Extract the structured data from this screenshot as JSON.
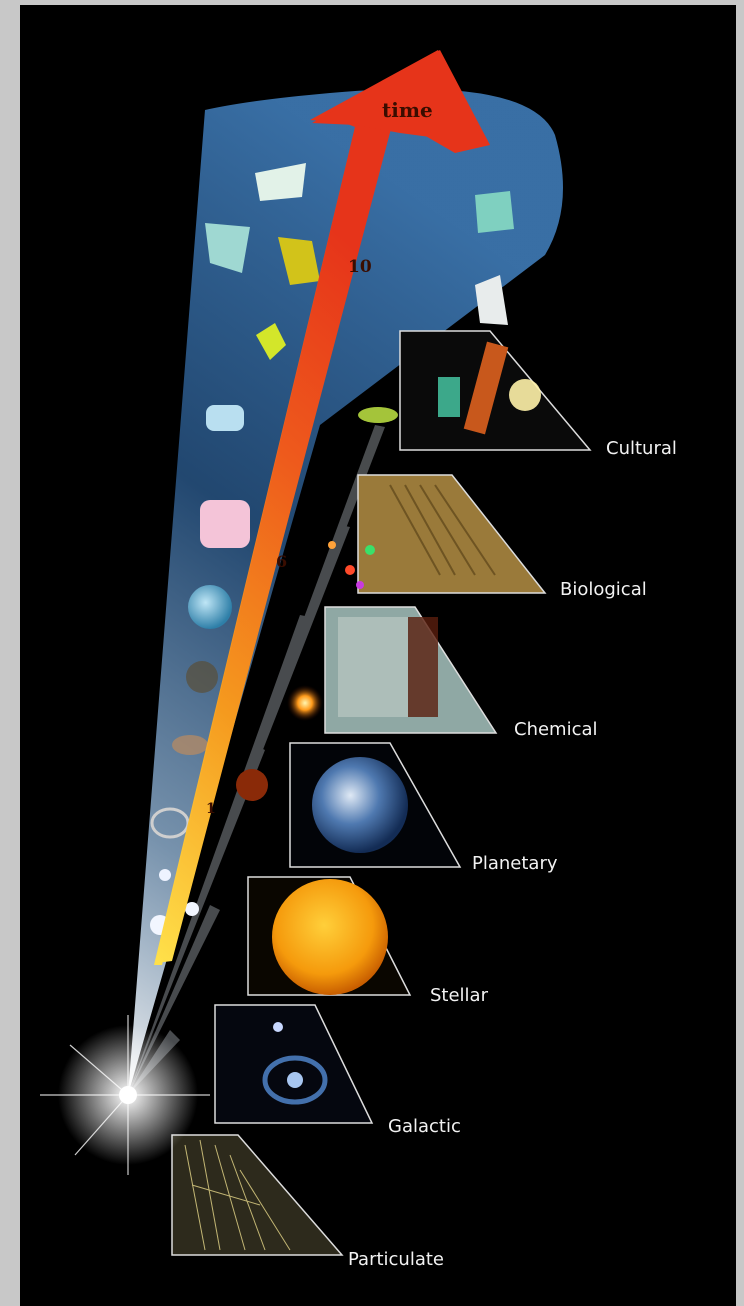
{
  "arrow": {
    "label": "time",
    "ticks": [
      "10",
      "6",
      "1"
    ]
  },
  "epochs": [
    {
      "name": "Cultural"
    },
    {
      "name": "Biological"
    },
    {
      "name": "Chemical"
    },
    {
      "name": "Planetary"
    },
    {
      "name": "Stellar"
    },
    {
      "name": "Galactic"
    },
    {
      "name": "Particulate"
    }
  ],
  "colors": {
    "background": "#000000",
    "page_border": "#c8c8c8",
    "arrow_top": "#e8341c",
    "arrow_bottom": "#f6c21a",
    "cone": "#2a5f93",
    "label": "#f2f2f2"
  }
}
